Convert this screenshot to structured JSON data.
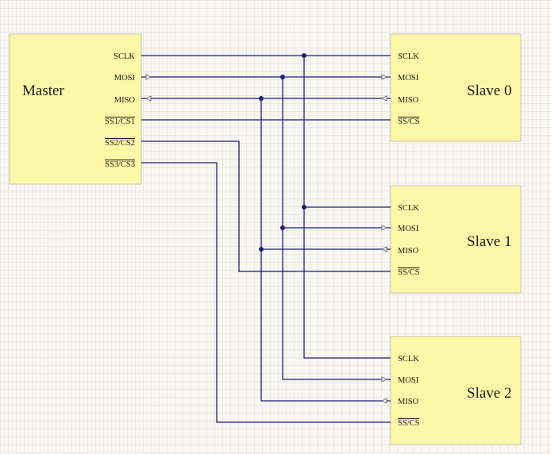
{
  "master": {
    "name": "Master",
    "pins": {
      "sclk": "SCLK",
      "mosi": "MOSI",
      "miso": "MISO",
      "ss1_a": "SS1",
      "ss1_b": "CS1",
      "ss2_a": "SS2",
      "ss2_b": "CS2",
      "ss3_a": "SS3",
      "ss3_b": "CS3"
    }
  },
  "slaves": [
    {
      "name": "Slave 0",
      "sclk": "SCLK",
      "mosi": "MOSI",
      "miso": "MISO",
      "ss": "SS",
      "cs": "CS"
    },
    {
      "name": "Slave 1",
      "sclk": "SCLK",
      "mosi": "MOSI",
      "miso": "MISO",
      "ss": "SS",
      "cs": "CS"
    },
    {
      "name": "Slave 2",
      "sclk": "SCLK",
      "mosi": "MOSI",
      "miso": "MISO",
      "ss": "SS",
      "cs": "CS"
    }
  ],
  "colors": {
    "block_fill": "#fdf7a8",
    "wire": "#1e1e7c",
    "background": "#f7f6f1"
  }
}
